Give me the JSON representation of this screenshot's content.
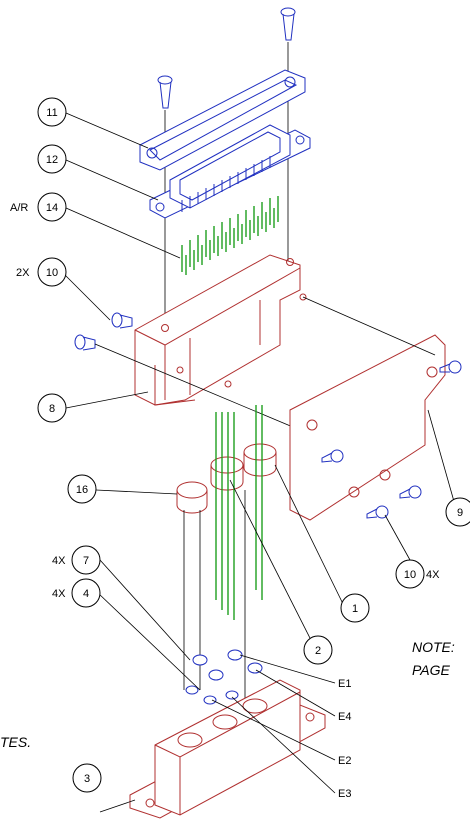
{
  "callouts": {
    "c11": "11",
    "c12": "12",
    "c14": "14",
    "c10a": "10",
    "c8": "8",
    "c16": "16",
    "c7": "7",
    "c4": "4",
    "c3": "3",
    "c2": "2",
    "c1": "1",
    "c9": "9",
    "c10b": "10"
  },
  "qty": {
    "q14": "A/R",
    "q10a": "2X",
    "q7": "4X",
    "q4": "4X",
    "q10b": "4X"
  },
  "refs": {
    "e1": "E1",
    "e4": "E4",
    "e2": "E2",
    "e3": "E3"
  },
  "notes": {
    "right_line1": "NOTE:",
    "right_line2": "PAGE",
    "left_fragment": "TES."
  },
  "colors": {
    "housing": "#b03030",
    "hardware": "#2030c0",
    "contacts": "#20a020"
  }
}
